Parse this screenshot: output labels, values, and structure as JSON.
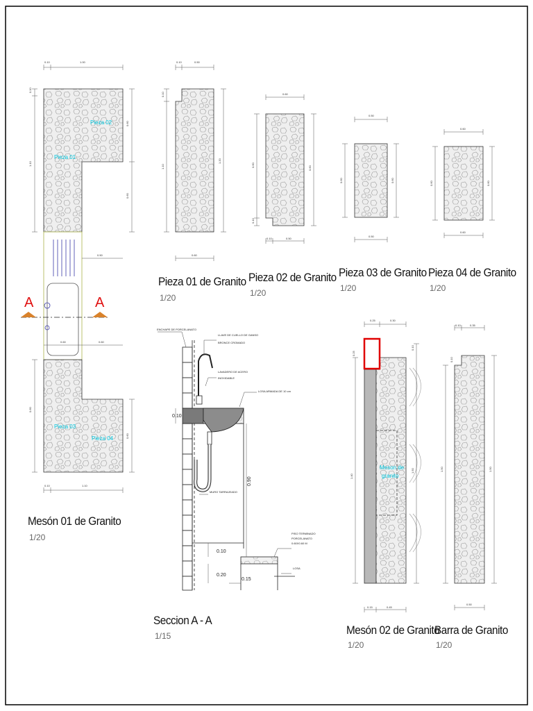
{
  "colors": {
    "line": "#333333",
    "fill": "#efefef",
    "stone": "#9a9a9a",
    "label_cyan": "#00c8e0",
    "section_red": "#e01010",
    "arrow_orange": "#d9822b",
    "plumbing_blue": "#3a3aa8",
    "wall_gray": "#b8b8b8",
    "highlight_red": "#e00000"
  },
  "titles": {
    "meson01": {
      "name": "Mesón 01 de Granito",
      "scale": "1/20"
    },
    "pieza01": {
      "name": "Pieza 01 de Granito",
      "scale": "1/20"
    },
    "pieza02": {
      "name": "Pieza 02 de Granito",
      "scale": "1/20"
    },
    "pieza03": {
      "name": "Pieza 03 de Granito",
      "scale": "1/20"
    },
    "pieza04": {
      "name": "Pieza 04 de Granito",
      "scale": "1/20"
    },
    "seccion": {
      "name": "Seccion A - A",
      "scale": "1/15"
    },
    "meson02": {
      "name": "Mesón 02 de Granito",
      "scale": "1/20"
    },
    "barra": {
      "name": "Barra de Granito",
      "scale": "1/20"
    }
  },
  "labels": {
    "pieza01": "Pieza 01",
    "pieza02": "Pieza 02",
    "pieza03": "Pieza 03",
    "pieza04": "Pieza 04",
    "meson_granito_1": "Meson de",
    "meson_granito_2": "granito",
    "section_mark": "A"
  },
  "section_notes": {
    "enchape": "ENCHAPE DE PORCELANATO",
    "llave_1": "LLAVE DE CUELLO DE GANSO",
    "llave_2": "BRONCE CROMADO",
    "lavadero_1": "LAVADERO DE ACERO",
    "lavadero_2": "INOXIDABLE",
    "losa_armada": "LOSA ARMADA DE 10 cm",
    "muro": "MURO TARRAJEADO",
    "piso_1": "PISO TERMINADO",
    "piso_2": "PORCELANATO",
    "piso_3": "0.60X0.60 M",
    "losa": "LOSA"
  },
  "dims": {
    "m01_top_a": "0.10",
    "m01_top_b": "1.00",
    "m01_left_a": "0.10",
    "m01_left_b": "1.10",
    "m01_right_a": "0.60",
    "m01_right_b": "0.60",
    "m01_mid": "0.50",
    "m01_sink_a": "0.60",
    "m01_sink_b": "0.60",
    "m01_low_left": "0.60",
    "m01_low_right": "0.60",
    "m01_bot_a": "0.10",
    "m01_bot_b": "1.10",
    "p01_top_a": "0.10",
    "p01_top_b": "0.50",
    "p01_left_a": "0.10",
    "p01_left_b": "1.10",
    "p01_right": "1.20",
    "p01_bot": "0.60",
    "p02_top": "0.60",
    "p02_left_a": "0.60",
    "p02_left_b": "0.10",
    "p02_right": "0.60",
    "p02_bot_a": "0.10",
    "p02_bot_b": "0.50",
    "p03_top": "0.50",
    "p03_left": "0.60",
    "p03_right": "0.60",
    "p03_bot": "0.50",
    "p04_top": "0.60",
    "p04_left": "0.60",
    "p04_right": "0.60",
    "p04_bot": "0.60",
    "sec_010_a": "0.10",
    "sec_090": "0.90",
    "sec_010_b": "0.10",
    "sec_020": "0.20",
    "sec_015": "0.15",
    "m02_top_a": "0.25",
    "m02_top_b": "0.30",
    "m02_right_top": "0.10",
    "m02_left_top": "0.25",
    "m02_left": "1.40",
    "m02_right": "1.50",
    "m02_bot_a": "0.15",
    "m02_bot_b": "0.45",
    "barra_top_a": "0.10",
    "barra_top_b": "0.35",
    "barra_right_top": "0.10",
    "barra_left": "1.50",
    "barra_right": "1.50",
    "barra_bot": "0.50"
  }
}
